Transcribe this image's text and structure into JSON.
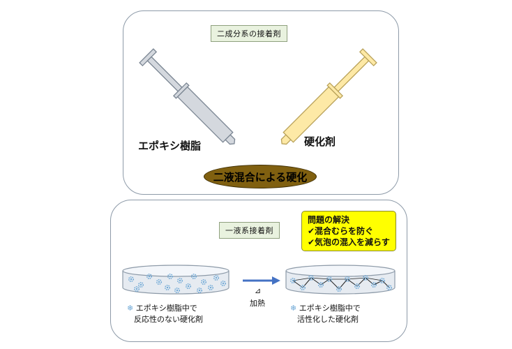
{
  "top_panel": {
    "tag": "二成分系の接着剤",
    "left_label": "エポキシ樹脂",
    "right_label": "硬化剤",
    "oval_text": "二液混合による硬化"
  },
  "bottom_panel": {
    "tag": "一液系接着剤",
    "callout": {
      "title": "問題の解決",
      "items": [
        "✔混合むらを防ぐ",
        "✔気泡の混入を減らす"
      ]
    },
    "arrow_symbol": "⊿",
    "arrow_label": "加熱",
    "left_note": {
      "icon": "❄",
      "line1": "エポキシ樹脂中で",
      "line2": "反応性のない硬化剤"
    },
    "right_note": {
      "icon": "❄",
      "line1": "エポキシ樹脂中で",
      "line2": "活性化した硬化剤"
    }
  },
  "colors": {
    "panel_border": "#8d9aa8",
    "tag_fill": "#e9f2df",
    "left_syringe": "#d4d8de",
    "right_syringe": "#fde9a6",
    "oval_fill": "#806010",
    "callout_fill": "#ffff00",
    "particle": "#6ea8d6",
    "arrow": "#4472c4"
  }
}
